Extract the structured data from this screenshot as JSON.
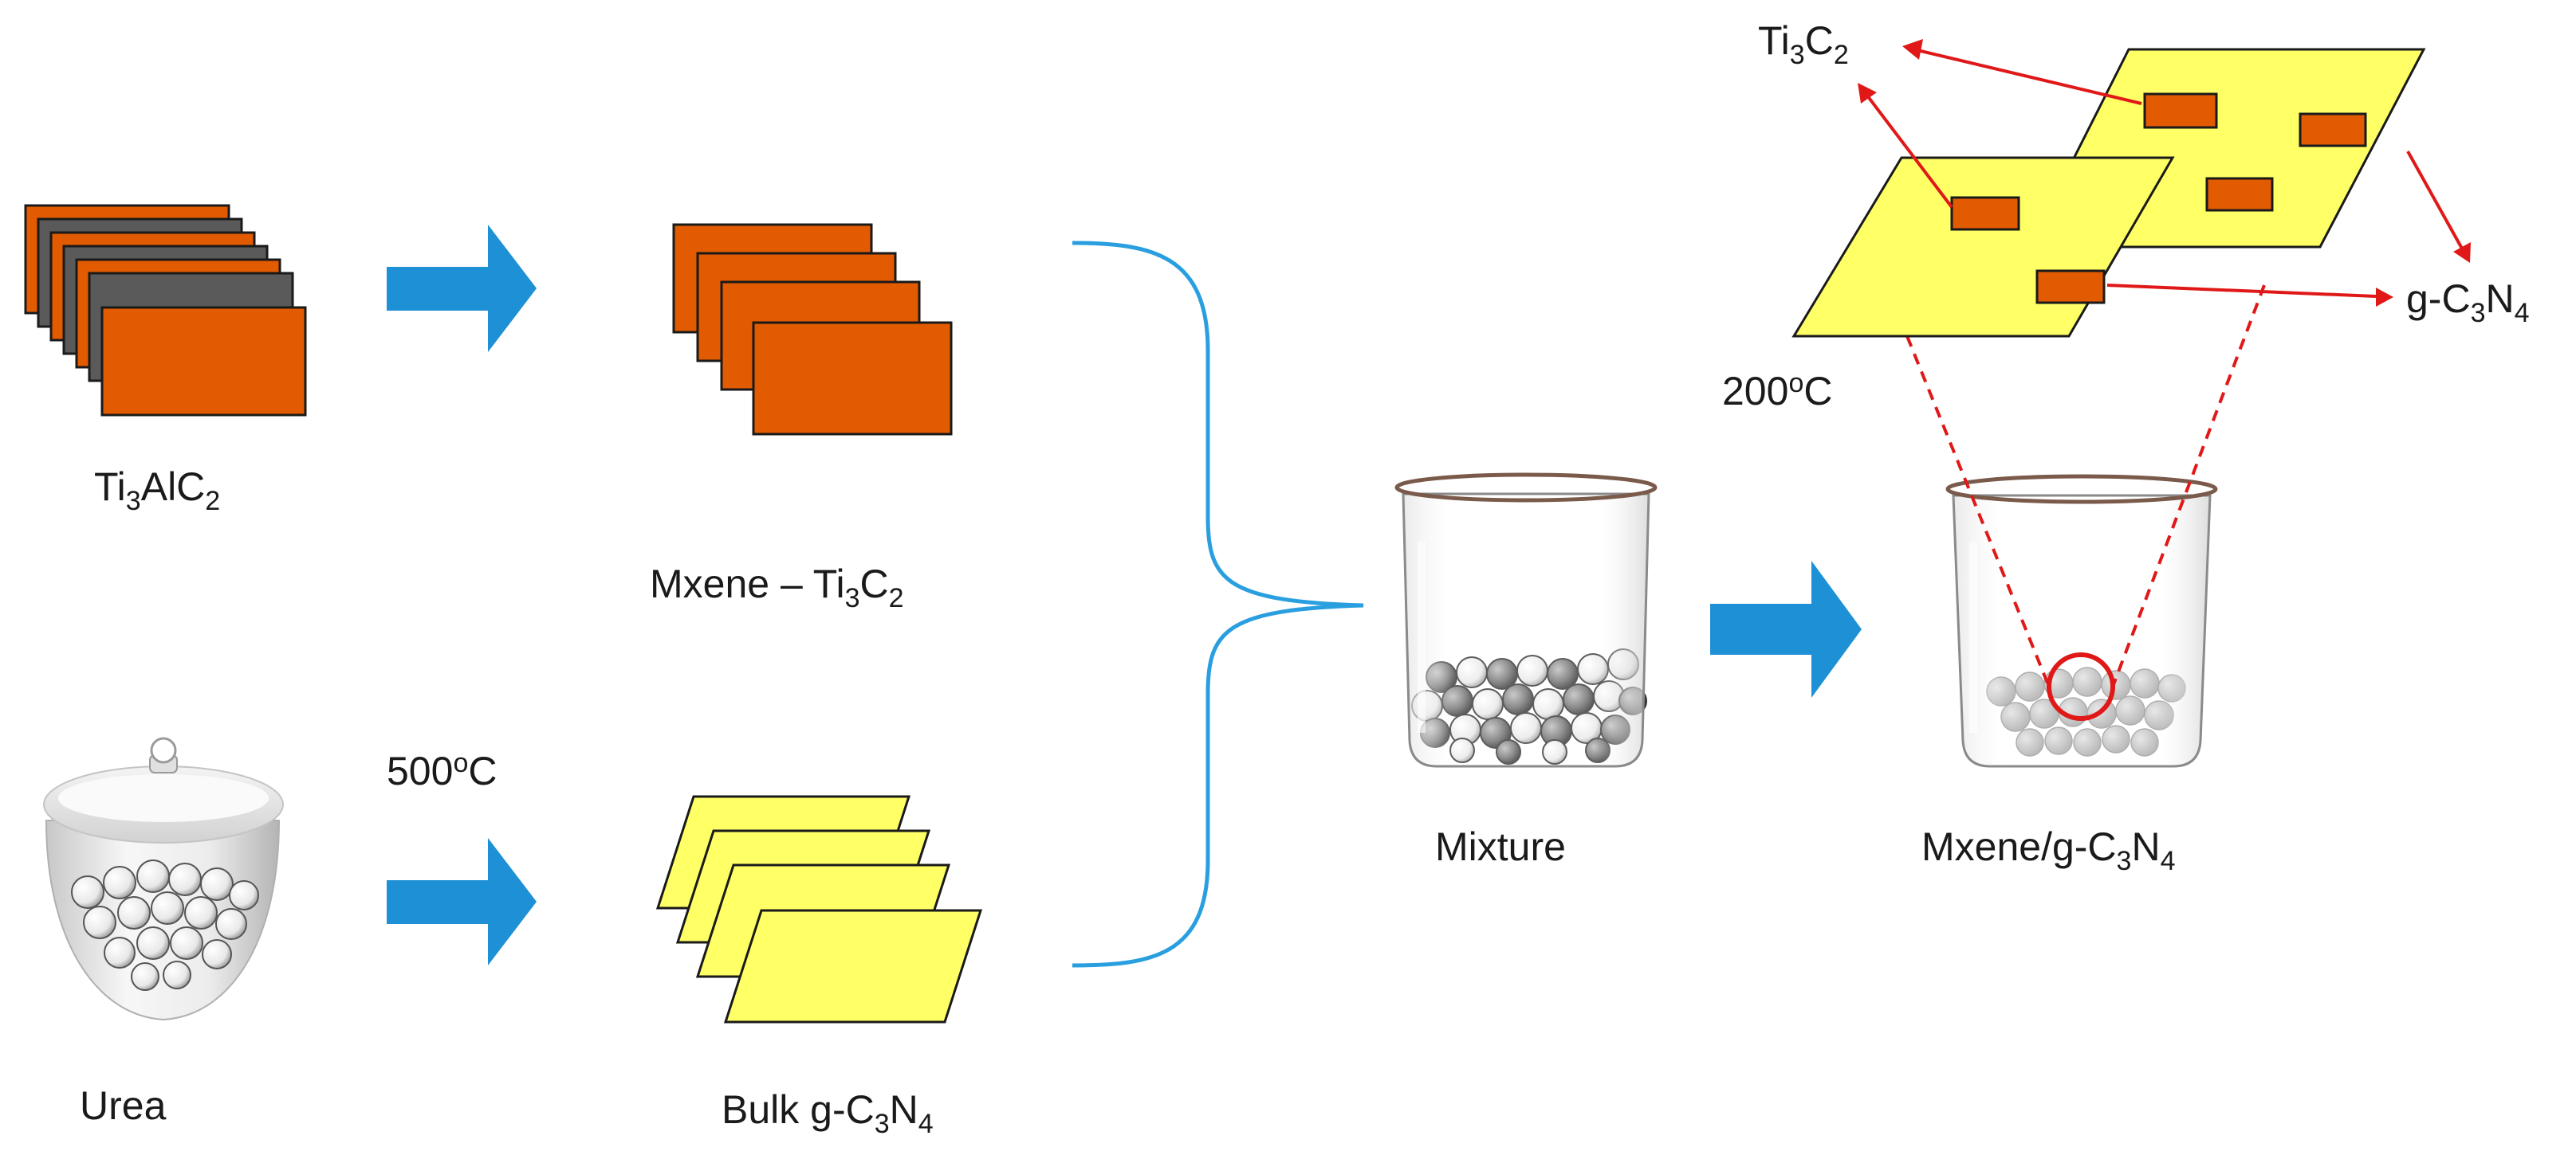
{
  "labels": {
    "ti3alc2": {
      "base": "Ti",
      "s1": "3",
      "mid": "AlC",
      "s2": "2"
    },
    "mxene": {
      "base": "Mxene – Ti",
      "s1": "3",
      "mid": "C",
      "s2": "2"
    },
    "urea": "Urea",
    "temp_500": {
      "value": "500",
      "sup": "o",
      "unit": "C"
    },
    "bulk": {
      "base": "Bulk g-C",
      "s1": "3",
      "mid": "N",
      "s2": "4"
    },
    "mixture": "Mixture",
    "temp_200": {
      "value": "200",
      "sup": "o",
      "unit": "C"
    },
    "product": {
      "base": "Mxene/g-C",
      "s1": "3",
      "mid": "N",
      "s2": "4"
    },
    "callout_ti3c2": {
      "base": "Ti",
      "s1": "3",
      "mid": "C",
      "s2": "2"
    },
    "callout_gc3n4": {
      "base": "g-C",
      "s1": "3",
      "mid": "N",
      "s2": "4"
    }
  },
  "colors": {
    "mxene_orange": "#e35b00",
    "max_gray": "#5a5a5a",
    "gcn_yellow": "#ffff66",
    "flow_arrow_blue": "#1e90d6",
    "bracket_blue": "#2a9fe0",
    "callout_red": "#e01818",
    "outline": "#1a1a1a"
  }
}
